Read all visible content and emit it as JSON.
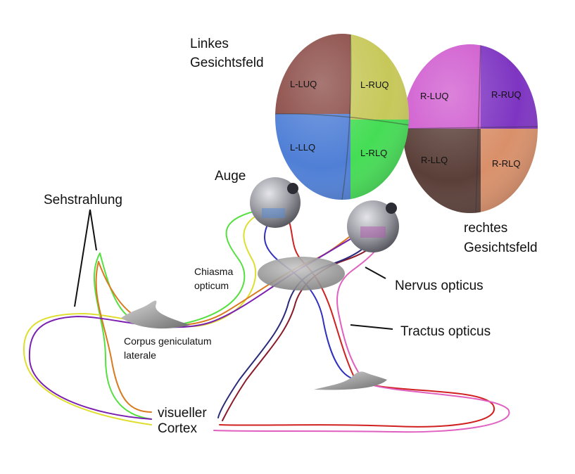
{
  "labels": {
    "left_field": [
      "Linkes",
      "Gesichtsfeld"
    ],
    "right_field": [
      "rechtes",
      "Gesichtsfeld"
    ],
    "auge": "Auge",
    "sehstrahlung": "Sehstrahlung",
    "chiasma": [
      "Chiasma",
      "opticum"
    ],
    "nervus": "Nervus opticus",
    "tractus": "Tractus opticus",
    "corpus": [
      "Corpus geniculatum",
      "laterale"
    ],
    "cortex": [
      "visueller",
      "Cortex"
    ]
  },
  "quadrants": {
    "l_luq": "L-LUQ",
    "l_ruq": "L-RUQ",
    "l_llq": "L-LLQ",
    "l_rlq": "L-RLQ",
    "r_luq": "R-LUQ",
    "r_ruq": "R-RUQ",
    "r_llq": "R-LLQ",
    "r_rlq": "R-RLQ"
  },
  "colors": {
    "l_luq": "#8a4a45",
    "l_ruq": "#c7c85a",
    "l_llq": "#4f7fd6",
    "l_rlq": "#45dd55",
    "r_luq": "#cf59cf",
    "r_ruq": "#7e35c2",
    "r_llq": "#5a3f38",
    "r_rlq": "#d9906a",
    "green_fiber": "#55e040",
    "yellow_fiber": "#dede30",
    "orange_fiber": "#d97a20",
    "purple_fiber": "#7a20b0",
    "blue_fiber": "#3030c0",
    "navy_fiber": "#2a2a7a",
    "red_fiber": "#d02020",
    "darkred_fiber": "#8a1a2a",
    "pink_fiber": "#e060c0"
  }
}
